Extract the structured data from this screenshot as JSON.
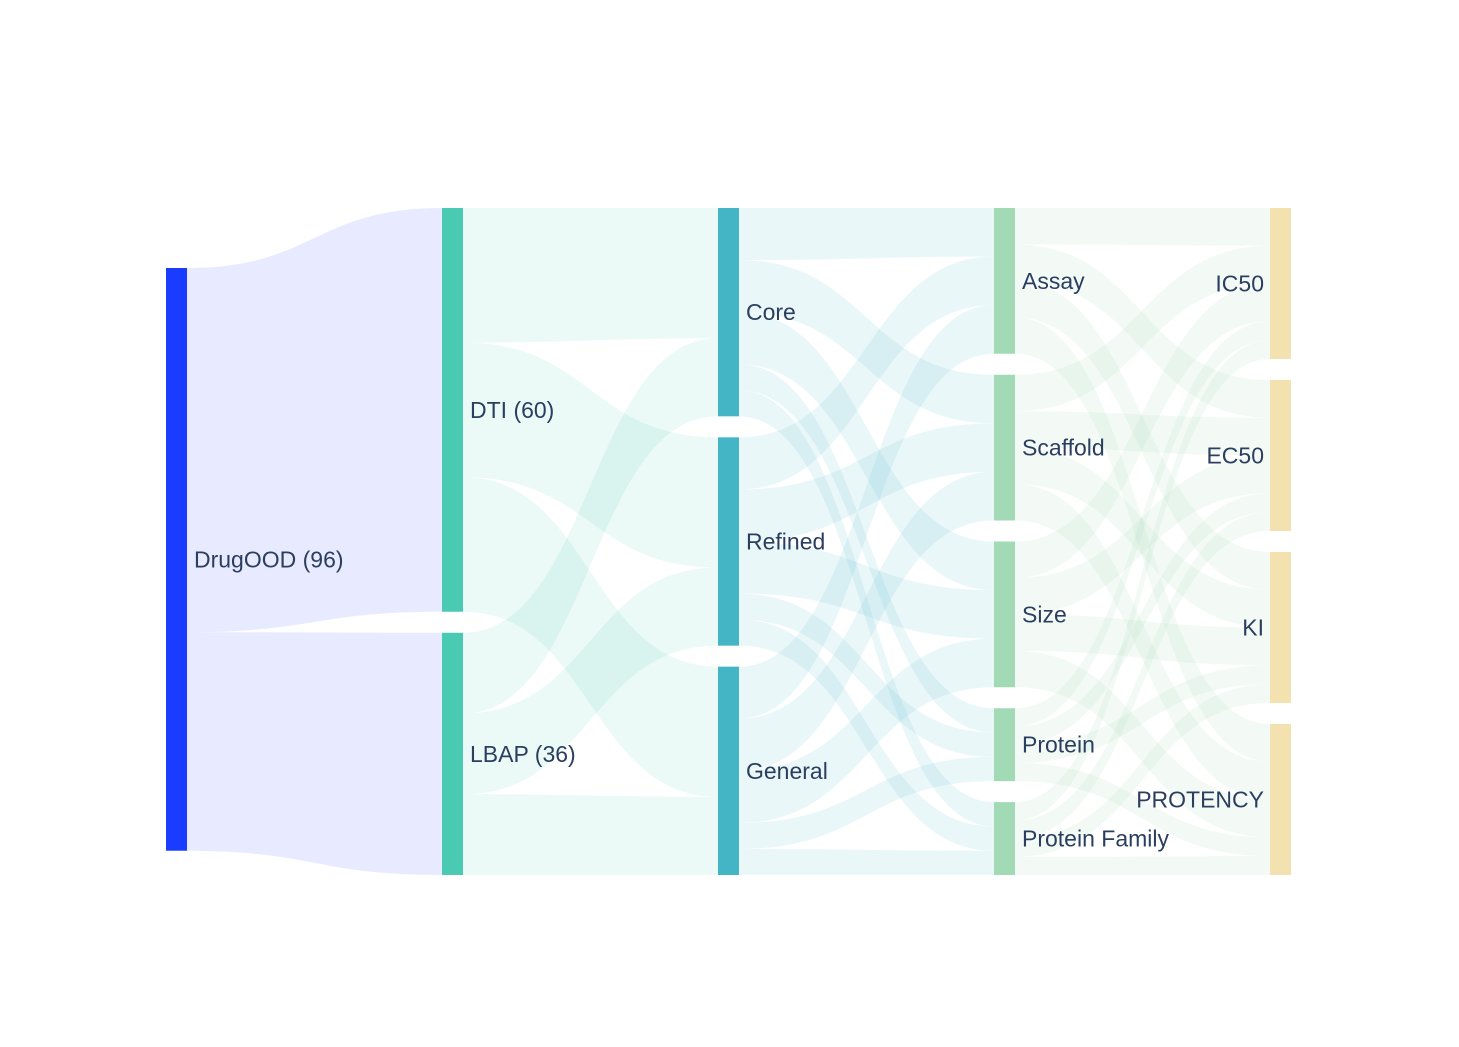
{
  "chart_data": {
    "type": "sankey",
    "title": "",
    "nodes": [
      {
        "id": "drugood",
        "label": "DrugOOD (96)",
        "column": 0,
        "value": 96,
        "color": "#1a3cff"
      },
      {
        "id": "dti",
        "label": "DTI (60)",
        "column": 1,
        "value": 60,
        "color": "#4ac9b3"
      },
      {
        "id": "lbap",
        "label": "LBAP (36)",
        "column": 1,
        "value": 36,
        "color": "#4ac9b3"
      },
      {
        "id": "core",
        "label": "Core",
        "column": 2,
        "value": 32,
        "color": "#44b5c4"
      },
      {
        "id": "refined",
        "label": "Refined",
        "column": 2,
        "value": 32,
        "color": "#44b5c4"
      },
      {
        "id": "general",
        "label": "General",
        "column": 2,
        "value": 32,
        "color": "#44b5c4"
      },
      {
        "id": "assay",
        "label": "Assay",
        "column": 3,
        "value": 24,
        "color": "#a1dab4"
      },
      {
        "id": "scaffold",
        "label": "Scaffold",
        "column": 3,
        "value": 24,
        "color": "#a1dab4"
      },
      {
        "id": "size",
        "label": "Size",
        "column": 3,
        "value": 24,
        "color": "#a1dab4"
      },
      {
        "id": "protein",
        "label": "Protein",
        "column": 3,
        "value": 12,
        "color": "#a1dab4"
      },
      {
        "id": "protein_family",
        "label": "Protein Family",
        "column": 3,
        "value": 12,
        "color": "#a1dab4"
      },
      {
        "id": "ic50",
        "label": "IC50",
        "column": 4,
        "value": 24,
        "color": "#f3e2b0"
      },
      {
        "id": "ec50",
        "label": "EC50",
        "column": 4,
        "value": 24,
        "color": "#f3e2b0"
      },
      {
        "id": "ki",
        "label": "KI",
        "column": 4,
        "value": 24,
        "color": "#f3e2b0"
      },
      {
        "id": "potency",
        "label": "PROTENCY",
        "column": 4,
        "value": 24,
        "color": "#f3e2b0"
      }
    ],
    "links": [
      {
        "source": "drugood",
        "target": "dti",
        "value": 60
      },
      {
        "source": "drugood",
        "target": "lbap",
        "value": 36
      },
      {
        "source": "dti",
        "target": "core",
        "value": 20
      },
      {
        "source": "dti",
        "target": "refined",
        "value": 20
      },
      {
        "source": "dti",
        "target": "general",
        "value": 20
      },
      {
        "source": "lbap",
        "target": "core",
        "value": 12
      },
      {
        "source": "lbap",
        "target": "refined",
        "value": 12
      },
      {
        "source": "lbap",
        "target": "general",
        "value": 12
      },
      {
        "source": "core",
        "target": "assay",
        "value": 8
      },
      {
        "source": "core",
        "target": "scaffold",
        "value": 8
      },
      {
        "source": "core",
        "target": "size",
        "value": 8
      },
      {
        "source": "core",
        "target": "protein",
        "value": 4
      },
      {
        "source": "core",
        "target": "protein_family",
        "value": 4
      },
      {
        "source": "refined",
        "target": "assay",
        "value": 8
      },
      {
        "source": "refined",
        "target": "scaffold",
        "value": 8
      },
      {
        "source": "refined",
        "target": "size",
        "value": 8
      },
      {
        "source": "refined",
        "target": "protein",
        "value": 4
      },
      {
        "source": "refined",
        "target": "protein_family",
        "value": 4
      },
      {
        "source": "general",
        "target": "assay",
        "value": 8
      },
      {
        "source": "general",
        "target": "scaffold",
        "value": 8
      },
      {
        "source": "general",
        "target": "size",
        "value": 8
      },
      {
        "source": "general",
        "target": "protein",
        "value": 4
      },
      {
        "source": "general",
        "target": "protein_family",
        "value": 4
      },
      {
        "source": "assay",
        "target": "ic50",
        "value": 6
      },
      {
        "source": "assay",
        "target": "ec50",
        "value": 6
      },
      {
        "source": "assay",
        "target": "ki",
        "value": 6
      },
      {
        "source": "assay",
        "target": "potency",
        "value": 6
      },
      {
        "source": "scaffold",
        "target": "ic50",
        "value": 6
      },
      {
        "source": "scaffold",
        "target": "ec50",
        "value": 6
      },
      {
        "source": "scaffold",
        "target": "ki",
        "value": 6
      },
      {
        "source": "scaffold",
        "target": "potency",
        "value": 6
      },
      {
        "source": "size",
        "target": "ic50",
        "value": 6
      },
      {
        "source": "size",
        "target": "ec50",
        "value": 6
      },
      {
        "source": "size",
        "target": "ki",
        "value": 6
      },
      {
        "source": "size",
        "target": "potency",
        "value": 6
      },
      {
        "source": "protein",
        "target": "ic50",
        "value": 3
      },
      {
        "source": "protein",
        "target": "ec50",
        "value": 3
      },
      {
        "source": "protein",
        "target": "ki",
        "value": 3
      },
      {
        "source": "protein",
        "target": "potency",
        "value": 3
      },
      {
        "source": "protein_family",
        "target": "ic50",
        "value": 3
      },
      {
        "source": "protein_family",
        "target": "ec50",
        "value": 3
      },
      {
        "source": "protein_family",
        "target": "ki",
        "value": 3
      },
      {
        "source": "protein_family",
        "target": "potency",
        "value": 3
      }
    ],
    "label_color": "#2a3f5f"
  }
}
